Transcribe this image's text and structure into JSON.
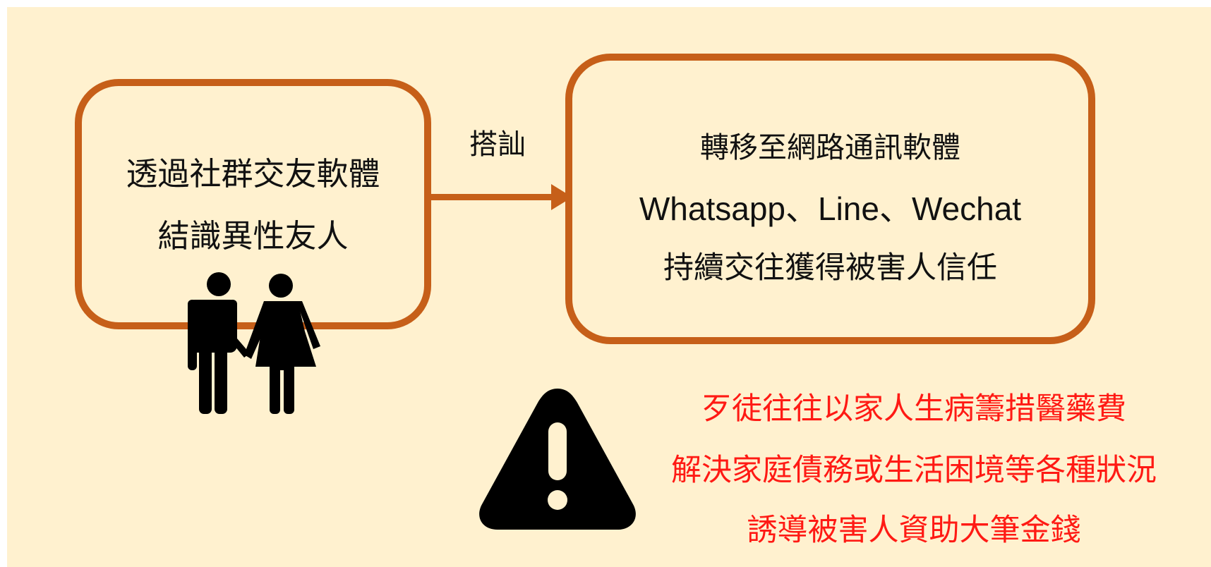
{
  "left_box": {
    "line1": "透過社群交友軟體",
    "line2": "結識異性友人"
  },
  "arrow": {
    "label": "搭訕"
  },
  "right_box": {
    "line1": "轉移至網路通訊軟體",
    "line2": "Whatsapp、Line、Wechat",
    "line3": "持續交往獲得被害人信任"
  },
  "warning": {
    "line1": "歹徒往往以家人生病籌措醫藥費",
    "line2": "解決家庭債務或生活困境等各種狀況",
    "line3": "誘導被害人資助大筆金錢"
  },
  "icons": {
    "couple": "couple-icon",
    "warning": "warning-triangle-icon"
  },
  "colors": {
    "background": "#fff1cf",
    "box_border": "#c65f19",
    "warning_text": "#ff1a14"
  }
}
